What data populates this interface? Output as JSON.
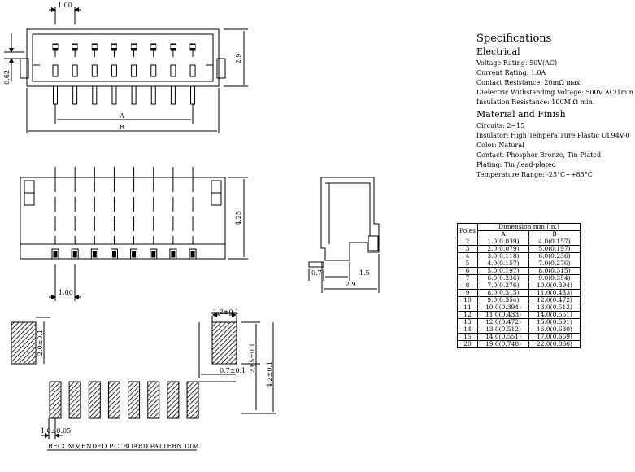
{
  "specifications": {
    "title": "Specifications",
    "electrical_heading": "Electrical",
    "electrical": [
      "Voltage Rating: 50V(AC)",
      "Current Rating: 1.0A",
      "Contact Resistance: 20mΩ  max.",
      "Dielectric Withstanding Voltage: 500V AC/1min.",
      "Insulation Resistance: 100M  Ω min."
    ],
    "material_heading": "Material and Finish",
    "material": [
      "Circuits: 2~15",
      "Insulator: High Tempera Ture Plastic UL94V-0",
      "Color: Natural",
      "Contact: Phosphor Bronze, Tin-Plated",
      "Plating: Tin /lead-plated",
      "Temperature Range: -25°C~+85°C"
    ]
  },
  "dimension_table": {
    "poles_header": "Poles",
    "group_header": "Dimension mm (in.)",
    "col_a": "A",
    "col_b": "B",
    "rows": [
      [
        "2",
        "1.0(0.039)",
        "4.0(0.157)"
      ],
      [
        "3",
        "2.0(0.079)",
        "5.0(0.197)"
      ],
      [
        "4",
        "3.0(0.118)",
        "6.0(0.236)"
      ],
      [
        "5",
        "4.0(0.157)",
        "7.0(0.276)"
      ],
      [
        "6",
        "5.0(0.197)",
        "8.0(0.315)"
      ],
      [
        "7",
        "6.0(0.236)",
        "9.0(0.354)"
      ],
      [
        "8",
        "7.0(0.276)",
        "10.0(0.394)"
      ],
      [
        "9",
        "8.0(0.315)",
        "11.0(0.433)"
      ],
      [
        "10",
        "9.0(0.354)",
        "12.0(0.472)"
      ],
      [
        "11",
        "10.0(0.394)",
        "13.0(0.512)"
      ],
      [
        "12",
        "11.0(0.433)",
        "14.0(0.551)"
      ],
      [
        "13",
        "12.0(0.472)",
        "15.0(0.591)"
      ],
      [
        "14",
        "13.0(0.512)",
        "16.0(0.630)"
      ],
      [
        "15",
        "14.0(0.551)",
        "17.0(0.669)"
      ],
      [
        "20",
        "19.0(0.748)",
        "22.0(0.866)"
      ]
    ]
  },
  "dims": {
    "pitch_top": "1.00",
    "height_top": "2.9",
    "offset_left": "0.62",
    "dim_a": "A",
    "dim_b": "B",
    "height_front": "4.25",
    "pitch_front": "1.00",
    "side_07": "0.7",
    "side_15": "1.5",
    "side_29": "2.9",
    "pad_20": "2.0±0.1",
    "pad_12": "1.2±0.1",
    "pad_265": "2.65±0.1",
    "pad_42": "4.2±0.1",
    "pad_07": "0.7±0.1",
    "pad_10": "1.0±0.05"
  },
  "caption": "RECOMMENDED P.C. BOARD PATTERN DIM."
}
